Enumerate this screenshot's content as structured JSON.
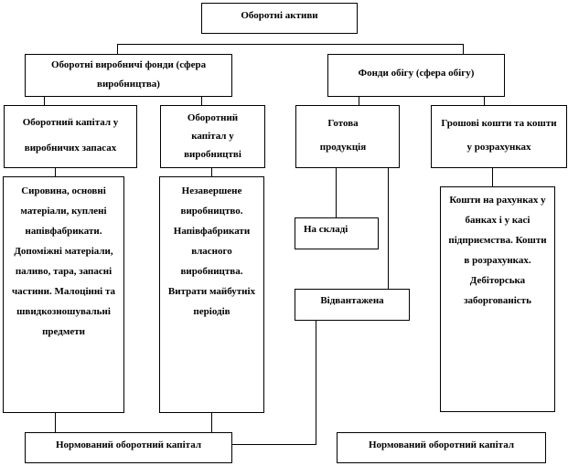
{
  "root": "Оборотні активи",
  "production_funds": "Оборотні виробничі фонди (сфера виробництва)",
  "circulation_funds": "Фонди обігу (сфера обігу)",
  "capital_in_stocks": "Оборотний капітал у виробничих запасах",
  "capital_in_production": "Оборотний капітал у виробництві",
  "finished_goods": "Готова продукція",
  "cash_and_settlements": "Грошові кошти та кошти у розрахунках",
  "stocks_details": "Сировина, основні матеріали, куплені напівфабрикати. Допоміжні матеріали, паливо, тара, запасні частини. Малоцінні та швидкозношувальні предмети",
  "production_details": "Незавершене виробництво. Напівфабрикати власного виробництва. Витрати майбутніх періодів",
  "in_warehouse": "На складі",
  "shipped": "Відвантажена",
  "cash_details": "Кошти на рахунках у банках і у касі підприємства. Кошти в розрахунках. Дебіторська заборгованість",
  "normalized_left": "Нормований оборотний капітал",
  "normalized_right": "Нормований оборотний капітал"
}
